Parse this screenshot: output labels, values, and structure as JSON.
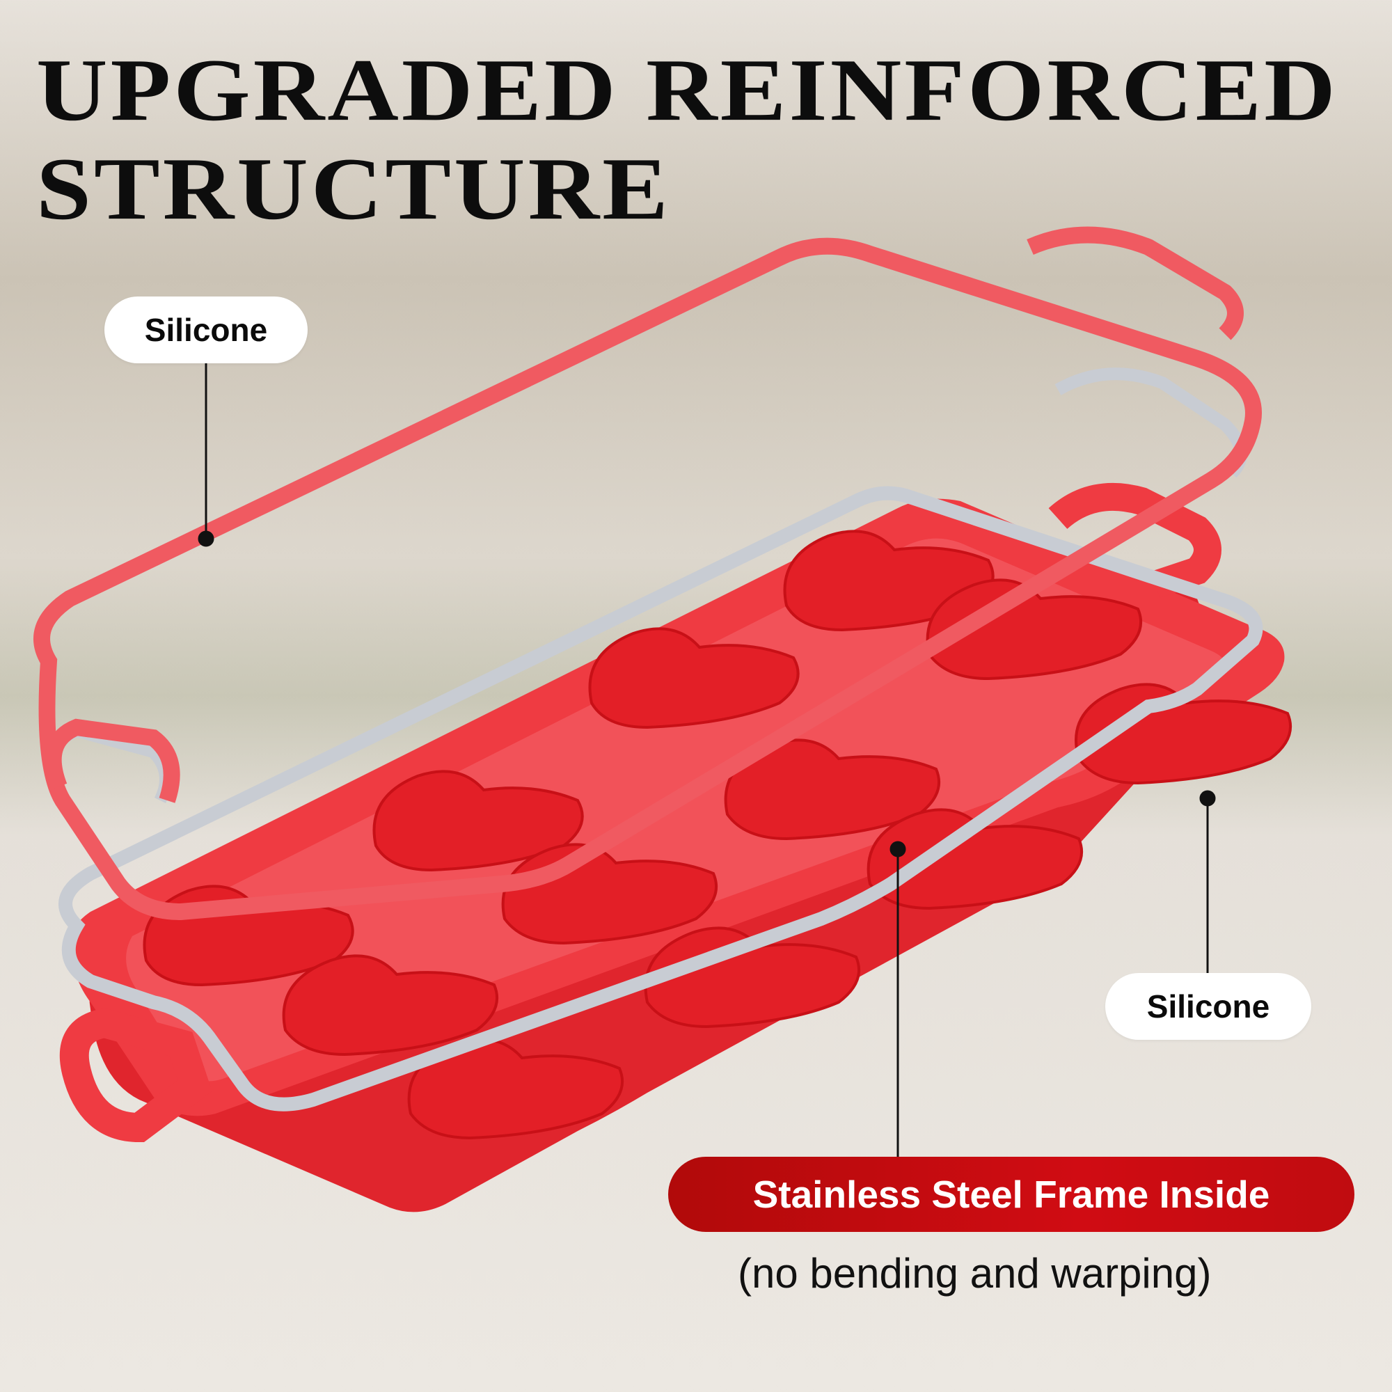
{
  "headline": {
    "line1": "UPGRADED REINFORCED",
    "line2": "STRUCTURE"
  },
  "labels": {
    "top_silicone": "Silicone",
    "right_silicone": "Silicone",
    "frame": "Stainless Steel Frame Inside",
    "note": "(no bending and warping)"
  },
  "colors": {
    "silicone_red": "#f0313a",
    "silicone_lid": "#f05a61",
    "steel": "#c8ccd3",
    "banner_red": "#c00b12",
    "text_dark": "#0d0d0d"
  },
  "icons": {
    "product": "heart-mold-tray",
    "frame": "steel-frame",
    "lid": "silicone-rim"
  }
}
